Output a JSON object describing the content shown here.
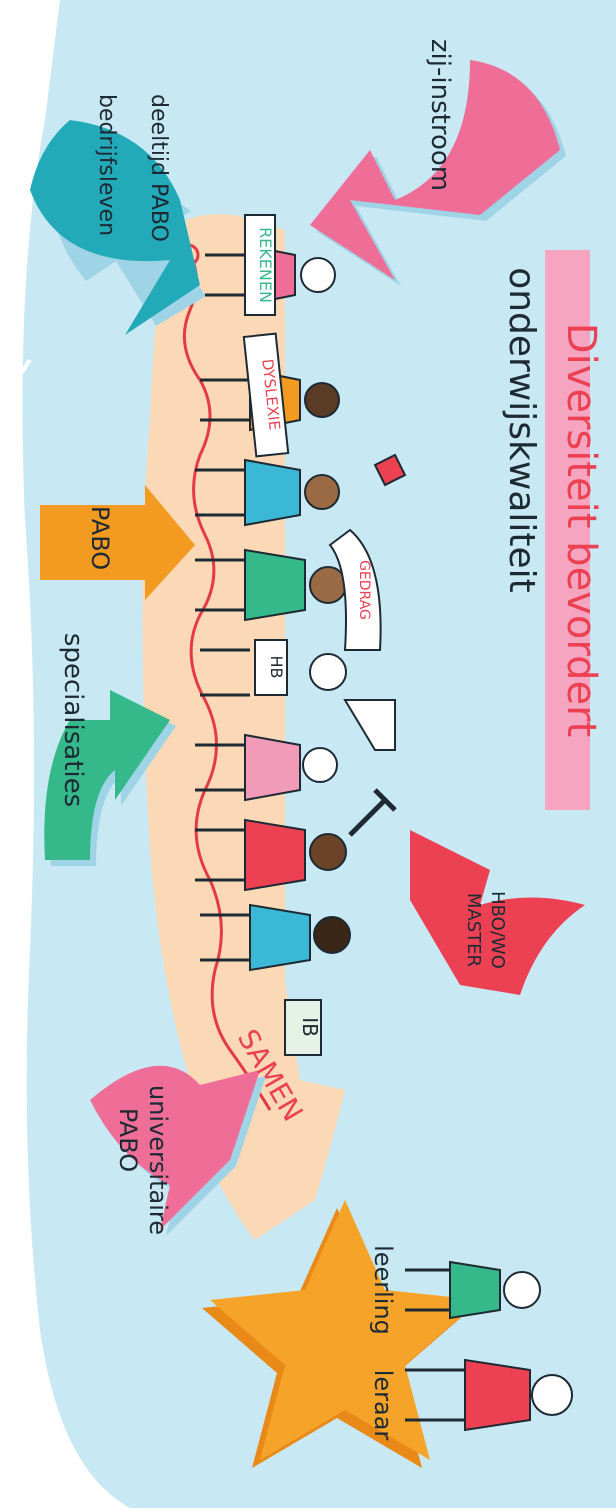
{
  "title": {
    "line1": "Diversiteit bevordert",
    "line2": "onderwijskwaliteit"
  },
  "inflows": {
    "zij_instroom": "zij-instroom",
    "deeltijd_line1": "deeltijd PABO",
    "deeltijd_line2": "bedrijfsleven",
    "pabo": "PABO",
    "specialisaties": "specialisaties",
    "hbo_line1": "HBO/WO",
    "hbo_line2": "MASTER",
    "universitaire_line1": "universitaire",
    "universitaire_line2": "PABO"
  },
  "signs": {
    "rekenen": "REKENEN",
    "dyslexie": "DYSLEXIE",
    "gedrag": "GEDRAG",
    "hb": "HB",
    "ib": "IB"
  },
  "path_label": "SAMEN",
  "outcome": {
    "leerling": "leerling",
    "leraar": "leraar"
  },
  "colors": {
    "background": "#c8e8f3",
    "path": "#fcd9b6",
    "pink": "#ef6e98",
    "teal": "#23aab8",
    "orange": "#f39a21",
    "green": "#35b98a",
    "red": "#ec4153",
    "rope": "#e43a46",
    "star": "#f6a32a",
    "ink": "#1d2a33"
  },
  "icons": [
    "hand-saw-icon",
    "hammer-icon",
    "microphone-icon",
    "pencil-scribble-icon"
  ]
}
